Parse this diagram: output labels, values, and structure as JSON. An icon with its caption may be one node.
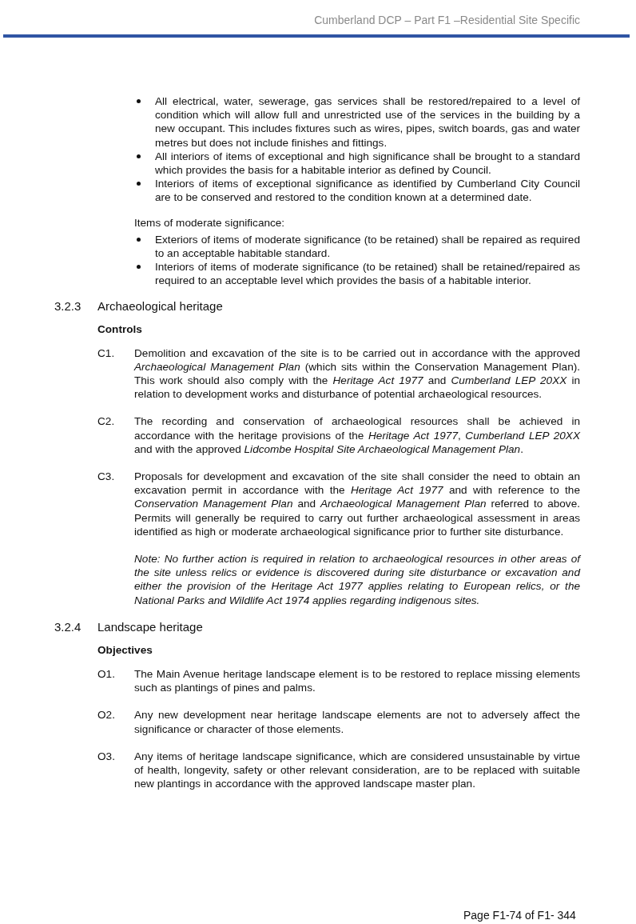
{
  "diagram": {
    "labels": [
      "Cumberland DCP – Part F1 –Residential Site Specific",
      "All electrical, water, sewerage, gas services shall be restored/repaired to a level of condition which will allow full and unrestricted use of the services in the building by a new occupant. This includes fixtures such as wires, pipes, switch boards, gas and water metres but does not include finishes and fittings.",
      "All interiors of items of exceptional and high significance shall be brought to a standard which provides the basis for a habitable interior as defined by Council.",
      "Interiors of items of exceptional significance as identified by Cumberland City Council are to be conserved and restored to the condition known at a determined date.",
      "Items of moderate significance:",
      "Exteriors of items of moderate significance (to be retained) shall be repaired as required to an acceptable habitable standard.",
      "Interiors of items of moderate significance (to be retained) shall be retained/repaired as required to an acceptable level which provides the basis of a habitable interior.",
      "3.2.3",
      "Archaeological heritage",
      "Controls",
      "C1.",
      "Demolition and excavation of the site is to be carried out in accordance with the approved *Archaeological Management Plan* (which sits within the Conservation Management Plan). This work should also comply with the *Heritage Act 1977* and *Cumberland LEP 20XX* in relation to development works and disturbance of potential archaeological resources.",
      "C2.",
      "The recording and conservation of archaeological resources shall be achieved in accordance with the heritage provisions of the *Heritage Act 1977*, *Cumberland LEP 20XX* and with the approved *Lidcombe Hospital Site Archaeological Management Plan*.",
      "C3.",
      "Proposals for development and excavation of the site shall consider the need to obtain an excavation permit in accordance with the *Heritage Act 1977* and with reference to the *Conservation Management Plan* and *Archaeological Management Plan* referred to above. Permits will generally be required to carry out further archaeological assessment in areas identified as high or moderate archaeological significance prior to further site disturbance.",
      "Note: No further action is required in relation to archaeological resources in other areas of the site unless relics or evidence is discovered during site disturbance or excavation and either the provision of the Heritage Act 1977 applies relating to European relics, or the National Parks and Wildlife Act 1974 applies regarding indigenous sites.",
      "3.2.4",
      "Landscape heritage",
      "Objectives",
      "O1.",
      "The Main Avenue heritage landscape element is to be restored to replace missing elements such as plantings of pines and palms.",
      "O2.",
      "Any new development near heritage landscape elements are not to adversely affect the significance or character of those elements.",
      "O3.",
      "Any items of heritage landscape significance, which are considered unsustainable by virtue of health, longevity, safety or other relevant consideration, are to be replaced with suitable new plantings in accordance with the approved landscape master plan.",
      "Page F1-74 of F1- 344"
    ]
  }
}
